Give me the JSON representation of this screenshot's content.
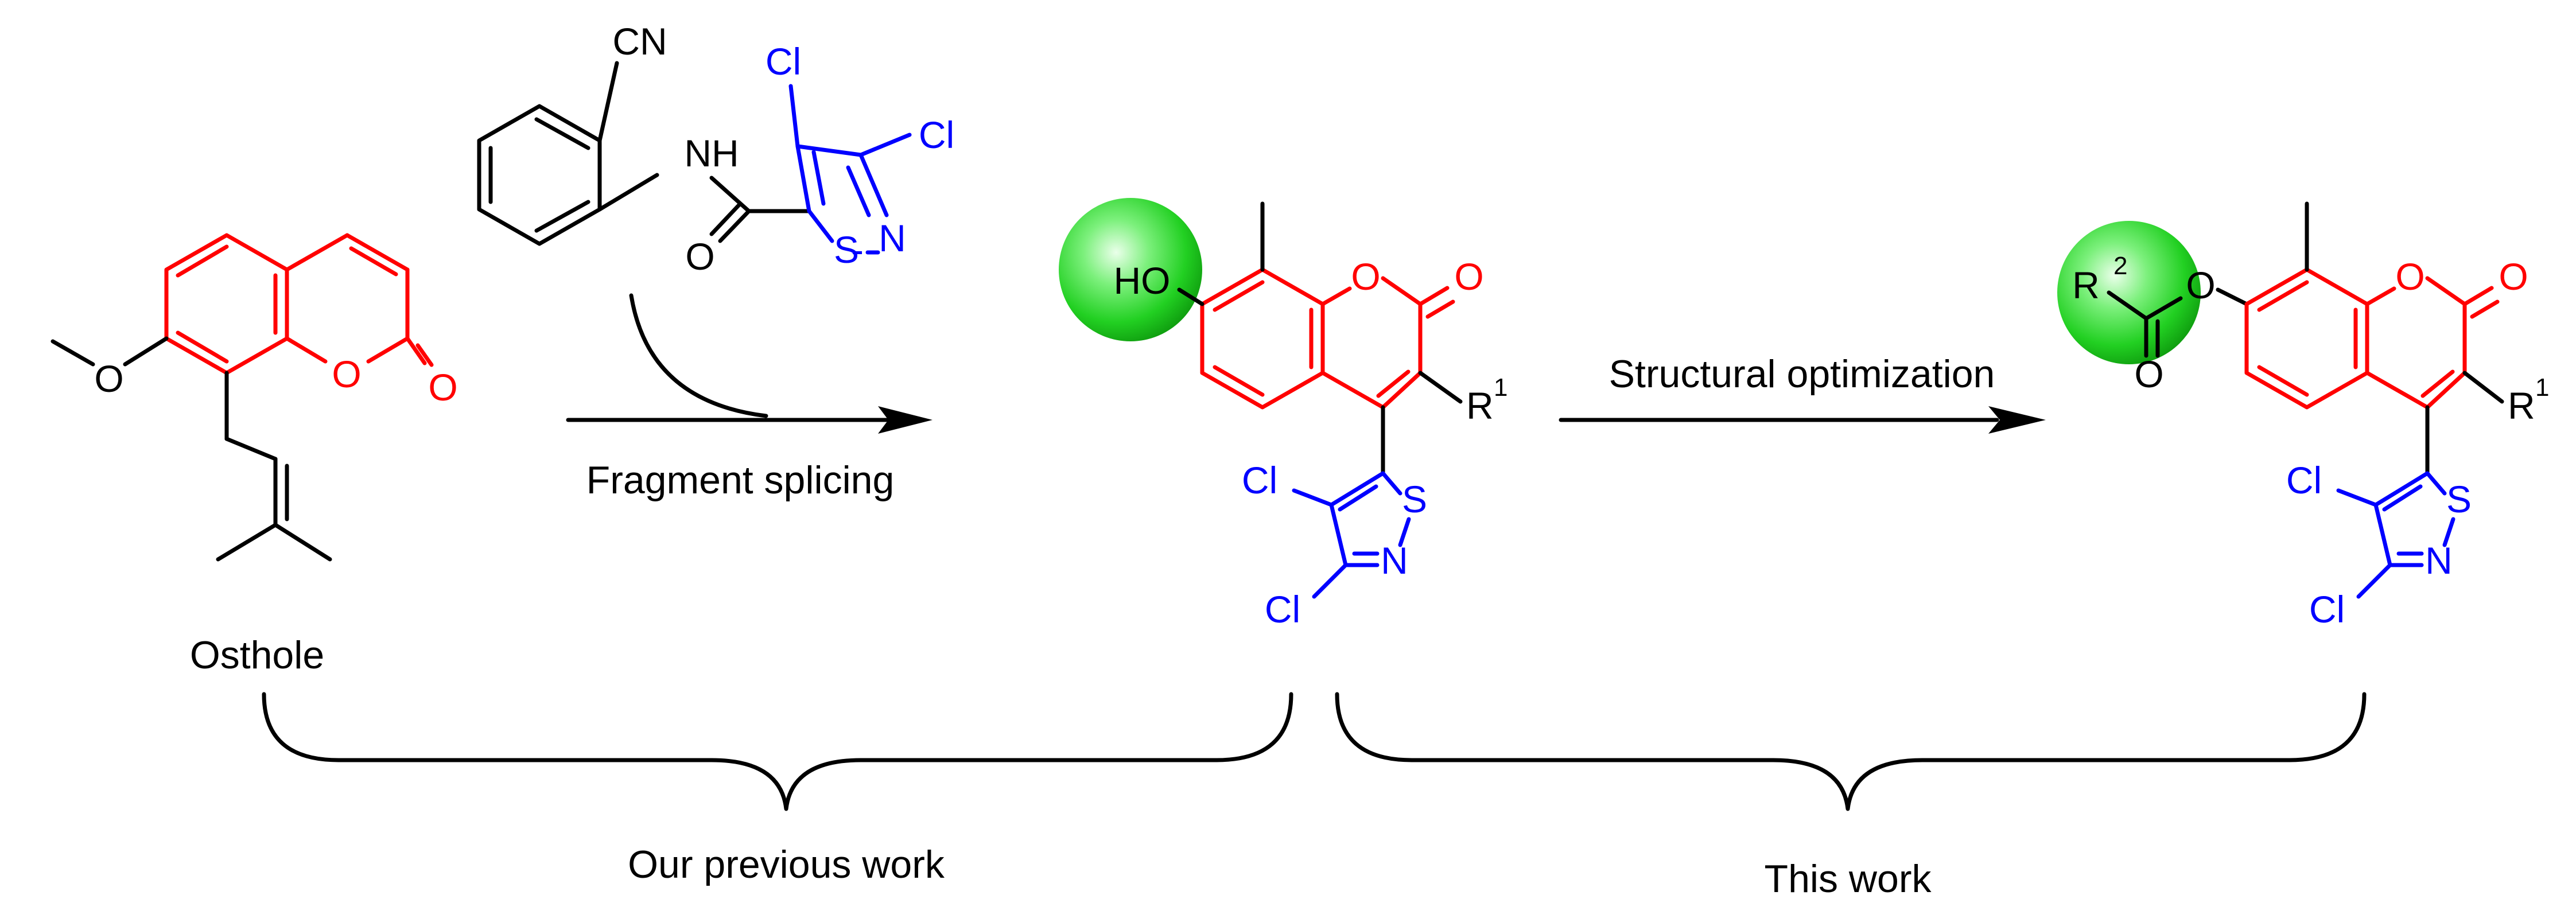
{
  "colors": {
    "coumarin": "#ff0000",
    "isothiazole": "#0000ff",
    "highlight": "#22dd22",
    "ink": "#000000"
  },
  "labels": {
    "osthole": "Osthole",
    "fragment_splicing": "Fragment splicing",
    "structural_optimization": "Structural optimization",
    "our_previous_work": "Our previous work",
    "this_work": "This work"
  },
  "atoms": {
    "cn": "CN",
    "nh": "NH",
    "cl": "Cl",
    "o": "O",
    "s": "S",
    "n": "N",
    "ho": "HO",
    "r": "R",
    "r_sup_1": "1",
    "r_sup_2": "2"
  }
}
